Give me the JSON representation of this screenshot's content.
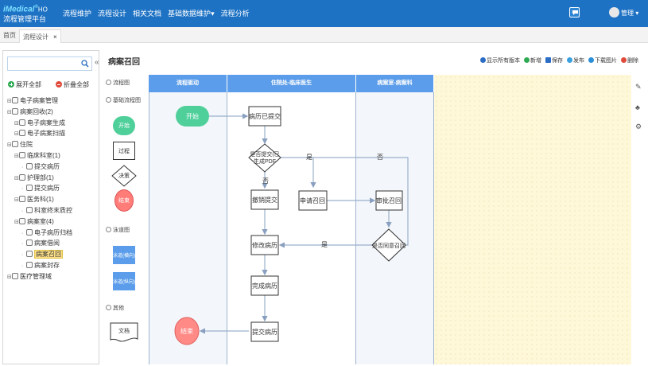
{
  "app": {
    "brand": "iMedical",
    "brand_suffix": "HO",
    "subtitle": "流程管理平台"
  },
  "nav": [
    "流程维护",
    "流程设计",
    "相关文档",
    "基础数据维护",
    "流程分析"
  ],
  "user": {
    "name": "管理"
  },
  "tabs": [
    {
      "label": "首页"
    },
    {
      "label": "流程设计",
      "active": true
    }
  ],
  "sidebar": {
    "search_placeholder": "",
    "expand_all": "展开全部",
    "collapse_all": "折叠全部",
    "tree": [
      {
        "label": "电子病案管理",
        "level": 0
      },
      {
        "label": "病案回收(2)",
        "level": 0
      },
      {
        "label": "电子病案生成",
        "level": 1
      },
      {
        "label": "电子病案扫描",
        "level": 1
      },
      {
        "label": "住院",
        "level": 0
      },
      {
        "label": "临床科室(1)",
        "level": 1
      },
      {
        "label": "提交病历",
        "level": 2
      },
      {
        "label": "护理部(1)",
        "level": 1
      },
      {
        "label": "提交病历",
        "level": 2
      },
      {
        "label": "医务科(1)",
        "level": 1
      },
      {
        "label": "科室终末质控",
        "level": 2
      },
      {
        "label": "病案室(4)",
        "level": 1
      },
      {
        "label": "电子病历归档",
        "level": 2
      },
      {
        "label": "病案借阅",
        "level": 2
      },
      {
        "label": "病案召回",
        "level": 2,
        "selected": true
      },
      {
        "label": "病案封存",
        "level": 2
      },
      {
        "label": "医疗管理域",
        "level": 0
      }
    ]
  },
  "palette": {
    "sections": [
      "流程图",
      "基础流程图",
      "泳道图",
      "其他"
    ],
    "shapes": {
      "start": "开始",
      "process": "过程",
      "decision": "决策",
      "end": "结束",
      "lane_h": "泳道(横向)",
      "lane_v": "泳道(纵向)",
      "doc": "文档"
    }
  },
  "canvas": {
    "title": "病案召回",
    "toolbar": [
      "显示所有版本",
      "新增",
      "保存",
      "发布",
      "下载图片",
      "删除"
    ],
    "lanes": [
      "流程驱动",
      "住院处-临床医生",
      "病案室-病案科"
    ],
    "nodes": {
      "start": "开始",
      "submitted": "病历已提交",
      "decision1_line1": "是否提交(已",
      "decision1_line2": "生成PDF",
      "request": "申请召回",
      "approve": "审批召回",
      "withdraw": "撤销提交",
      "decision2": "是否同意召回",
      "modify": "修改病历",
      "complete": "完成病历",
      "submit": "提交病历",
      "end": "结束"
    },
    "edge_labels": {
      "yes1": "是",
      "no1": "否",
      "no_top": "否",
      "yes2": "是"
    }
  },
  "colors": {
    "topbar": "#1d72c4",
    "lane_header": "#5b9dea",
    "start_node": "#4fcf9a",
    "end_node": "#ff8a86",
    "palette_lane": "#5b9dea"
  }
}
